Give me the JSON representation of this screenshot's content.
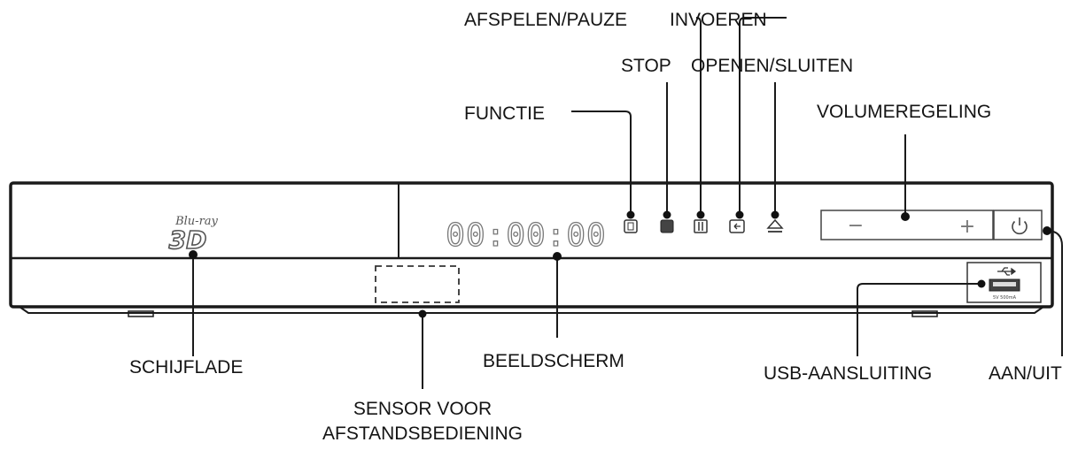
{
  "labels": {
    "afspelen_pauze": "AFSPELEN/PAUZE",
    "invoeren": "INVOEREN",
    "stop": "STOP",
    "openen_sluiten": "OPENEN/SLUITEN",
    "functie": "FUNCTIE",
    "volumeregeling": "VOLUMEREGELING",
    "schijflade": "SCHIJFLADE",
    "beeldscherm": "BEELDSCHERM",
    "usb_aansluiting": "USB-AANSLUITING",
    "aan_uit": "AAN/UIT",
    "sensor_line1": "SENSOR VOOR",
    "sensor_line2": "AFSTANDSBEDIENING"
  },
  "device": {
    "logo_top": "Blu-ray",
    "logo_bottom": "3D",
    "display_readout": "00:00:00",
    "volume_minus": "−",
    "volume_plus": "+",
    "power_symbol": "⏻",
    "usb_symbol": "⭍",
    "usb_caption": "5V 500mA"
  },
  "icons": {
    "function": "function-icon",
    "stop": "stop-icon",
    "play_pause": "play-pause-icon",
    "enter": "enter-icon",
    "eject": "eject-icon",
    "power": "power-icon",
    "usb": "usb-icon"
  }
}
